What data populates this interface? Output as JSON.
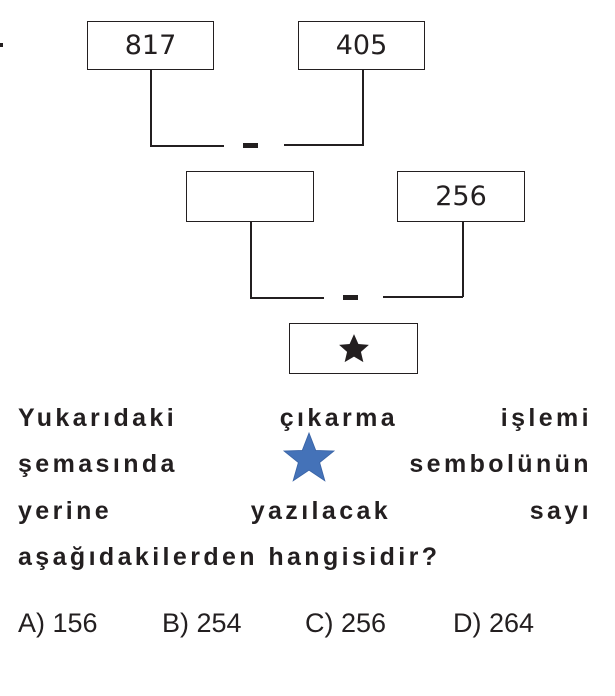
{
  "diagram": {
    "top_left": "817",
    "top_right": "405",
    "middle_left": "",
    "middle_right": "256",
    "operator": "-",
    "result_symbol": "star"
  },
  "question": {
    "lines": [
      [
        "Yukarıdaki",
        "çıkarma",
        "işlemi"
      ],
      [
        "şemasında",
        "sembolünün"
      ],
      [
        "yerine",
        "yazılacak",
        "sayı"
      ],
      [
        "aşağıdakilerden hangisidir?"
      ]
    ]
  },
  "answers": [
    "A) 156",
    "B) 254",
    "C) 256",
    "D) 264"
  ],
  "colors": {
    "star_blue": "#4472b8",
    "ink": "#231f20"
  }
}
